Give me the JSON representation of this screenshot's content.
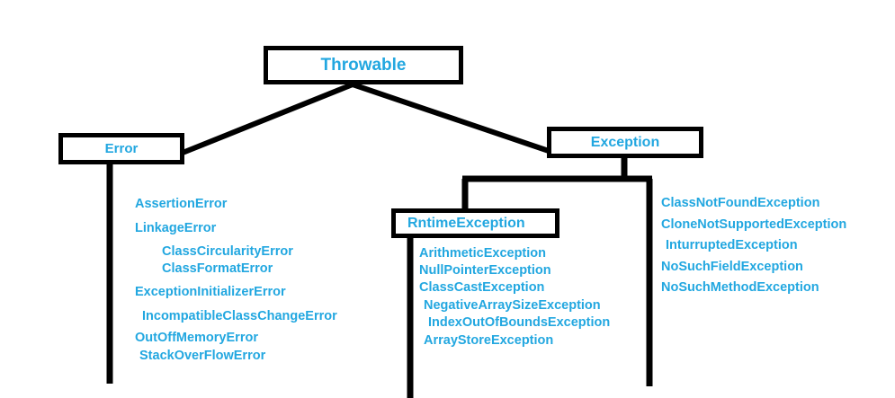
{
  "diagram": {
    "title": "Java Throwable Exception Hierarchy",
    "text_color": "#22a7e0",
    "line_color": "#000000",
    "background_color": "#ffffff"
  },
  "nodes": {
    "throwable": {
      "label": "Throwable"
    },
    "error": {
      "label": "Error"
    },
    "exception": {
      "label": "Exception"
    },
    "runtime_exception": {
      "label": "RntimeException"
    }
  },
  "error_subclasses": [
    {
      "label": "AssertionError",
      "indent": "ind-0",
      "space": "sp-0"
    },
    {
      "label": "LinkageError",
      "indent": "ind-0",
      "space": "sp-12"
    },
    {
      "label": "ClassCircularityError",
      "indent": "ind-30",
      "space": "sp-12"
    },
    {
      "label": "ClassFormatError",
      "indent": "ind-30",
      "space": "sp-4"
    },
    {
      "label": "ExceptionInitializerError",
      "indent": "ind-0",
      "space": "sp-12"
    },
    {
      "label": "IncompatibleClassChangeError",
      "indent": "ind-8",
      "space": "sp-12"
    },
    {
      "label": "OutOffMemoryError",
      "indent": "ind-0",
      "space": "sp-10"
    },
    {
      "label": "StackOverFlowError",
      "indent": "ind-5",
      "space": "sp-5"
    }
  ],
  "runtime_subclasses": [
    {
      "label": "ArithmeticException",
      "indent": "ind-0",
      "space": "sp-0"
    },
    {
      "label": "NullPointerException",
      "indent": "ind-0",
      "space": "sp-4"
    },
    {
      "label": "ClassCastException",
      "indent": "ind-0",
      "space": "sp-5"
    },
    {
      "label": "NegativeArraySizeException",
      "indent": "ind-5",
      "space": "sp-5"
    },
    {
      "label": "IndexOutOfBoundsException",
      "indent": "ind-10",
      "space": "sp-5"
    },
    {
      "label": "ArrayStoreException",
      "indent": "ind-5",
      "space": "sp-5"
    }
  ],
  "checked_subclasses": [
    {
      "label": "ClassNotFoundException",
      "indent": "ind-0",
      "space": "sp-0"
    },
    {
      "label": "CloneNotSupportedException",
      "indent": "ind-0",
      "space": "sp-9"
    },
    {
      "label": "InturruptedException",
      "indent": "ind-5",
      "space": "sp-9"
    },
    {
      "label": "NoSuchFieldException",
      "indent": "ind-0",
      "space": "sp-9"
    },
    {
      "label": "NoSuchMethodException",
      "indent": "ind-0",
      "space": "sp-9"
    }
  ]
}
